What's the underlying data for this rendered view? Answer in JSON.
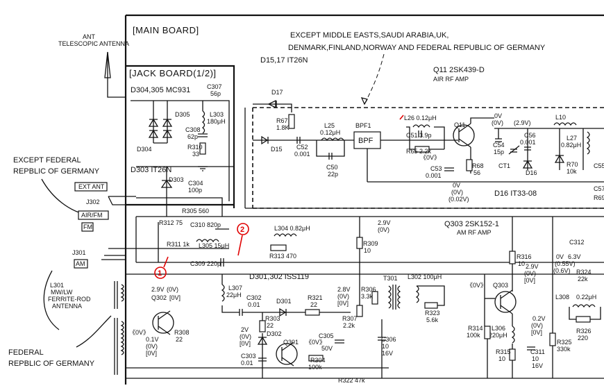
{
  "boards": {
    "main": "[MAIN BOARD]",
    "jack": "[JACK BOARD(1/2)]"
  },
  "notes": {
    "except_line1": "EXCEPT MIDDLE EASTS,SAUDI ARABIA,UK,",
    "except_line2": "DENMARK,FINLAND,NORWAY AND FEDERAL REPUBLIC OF GERMANY",
    "left_except1": "EXCEPT FEDERAL",
    "left_except2": "REPBLIC OF GERMANY",
    "left_federal1": "FEDERAL",
    "left_federal2": "REPBLIC OF GERMANY"
  },
  "antenna": {
    "line1": "ANT",
    "line2": "TELESCOPIC ANTENNA"
  },
  "jacks": {
    "ext_ant": "EXT ANT",
    "j302": "J302",
    "air_fm": "AIR/FM",
    "fm": "FM",
    "j301": "J301",
    "am": "AM"
  },
  "ferrite": {
    "line1": "L301",
    "line2": "MW/LW",
    "line3": "FERRITE-ROD",
    "line4": "ANTENNA"
  },
  "parts": {
    "d1517": "D15,17  IT26N",
    "q11": "Q11  2SK439-D",
    "q11_sub": "AIR RF AMP",
    "d304305": "D304,305  MC931",
    "c307": "C307",
    "c307v": "56p",
    "d305": "D305",
    "l303": "L303",
    "l303v": "180μH",
    "c308": "C308",
    "c308v": "62p",
    "r310": "R310",
    "r310v": "33",
    "d304": "D304",
    "d303": "D303  IT26N",
    "d303b": "D303",
    "c304": "C304",
    "c304v": "100p",
    "r305": "R305  560",
    "r312": "R312  75",
    "c310": "C310  820p",
    "r311": "R311  1k",
    "l305": "L305  15μH",
    "c309": "C309  220p",
    "d17": "D17",
    "r67": "R67",
    "r67v": "1.8K",
    "d15": "D15",
    "c52": "C52",
    "c52v": "0.001",
    "l25": "L25",
    "l25v": "0.12μH",
    "c50": "C50",
    "c50v": "22p",
    "bpf1": "BPF1",
    "bpf": "BPF",
    "l26": "L26  0.12μH",
    "c51": "C51  3.9p",
    "r65": "R65  2.2k",
    "q11b": "Q11",
    "c54": "C54",
    "c54v": "15p",
    "ct1": "CT1",
    "c56": "C56",
    "c56v": "0.001",
    "l10": "L10",
    "l27": "L27",
    "l27v": "0.82μH",
    "r70": "R70",
    "r70v": "10k",
    "d16": "D16",
    "c53": "C53",
    "c53v": "0.001",
    "r68": "R68",
    "r68v": "56",
    "v0": "0V",
    "v0p": "(0V)",
    "v002": "(0.02V)",
    "v0b": "0V",
    "v0bp": "(0V)",
    "v29": "(2.9V)",
    "d16it": "D16  IT33-08",
    "c55": "C55",
    "c57": "C57",
    "r69": "R69",
    "l304": "L304  0.82μH",
    "r313": "R313  470",
    "v29a": "2.9V",
    "v0a": "(0V)",
    "r309": "R309",
    "r309v": "10",
    "q303": "Q303  2SK152-1",
    "q303_sub": "AM RF AMP",
    "c312": "C312",
    "d301": "D301,302  ISS119",
    "r316": "R316",
    "r316v": "10",
    "v29b": "2.9V",
    "v0c": "(0V)",
    "v0d": "[0V]",
    "vov": "0V",
    "v055": "(0.55V)",
    "v06": "(0.6V)",
    "r324": "R324",
    "r324v": "22k",
    "v63": "6.3V",
    "l307": "L307",
    "l307v": "22μH",
    "c302": "C302",
    "c302v": "0.01",
    "d301b": "D301",
    "r321": "R321",
    "r321v": "22",
    "v28": "2.8V",
    "v28b": "(0V)",
    "v28c": "[0V]",
    "r306": "R306",
    "r306v": "3.3k",
    "t301": "T301",
    "l302": "L302  100μH",
    "r323": "R323",
    "r323v": "5.6k",
    "q303b": "Q303",
    "l308": "L308",
    "l308v": "0.22μH",
    "r303": "R303",
    "r303v": "22",
    "r307": "R307",
    "r307v": "2.2k",
    "r326": "R326",
    "r326v": "220",
    "v2": "2V",
    "v2b": "(0V)",
    "v2c": "[0V]",
    "d302": "D302",
    "q301": "Q301",
    "c305": "C305",
    "c305v": "50V",
    "c306": "C306",
    "c306v": "10",
    "c306w": "16V",
    "r314": "R314",
    "r314v": "100k",
    "l306": "L306",
    "l306v": "220μH",
    "v02": "0.2V",
    "v02b": "(0V)",
    "v02c": "[0V]",
    "c303": "C303",
    "c303v": "0.01",
    "r304": "R304",
    "r304v": "100k",
    "r315": "R315",
    "r315v": "10",
    "c311": "C311",
    "c311v": "10",
    "c311w": "16V",
    "r325": "R325",
    "r325v": "330k",
    "r322": "R322  47k",
    "q302": "Q302",
    "v29q": "2.9V",
    "v0q": "(0V)",
    "v0q2": "[0V]",
    "r308": "R308",
    "r308v": "22",
    "v01": "0.1V",
    "v01b": "(0V)",
    "v01c": "[0V]",
    "ovsym": "《0V》",
    "ovsym2": "《0V》",
    "ovsym3": "《0V》",
    "ovsym4": "《0V》"
  },
  "markers": {
    "m1": "1",
    "m2": "2"
  }
}
